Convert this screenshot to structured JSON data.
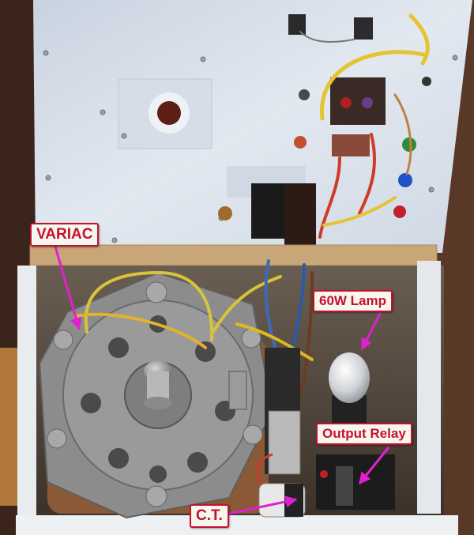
{
  "labels": {
    "variac": "VARIAC",
    "lamp": "60W Lamp",
    "relay": "Output Relay",
    "ct": "C.T."
  },
  "colors": {
    "label_text": "#c8102e",
    "arrow": "#e020d0",
    "lid_panel": "#dfe6ef",
    "chipboard": "#c9a678",
    "variac_body": "#8c8c8c"
  }
}
